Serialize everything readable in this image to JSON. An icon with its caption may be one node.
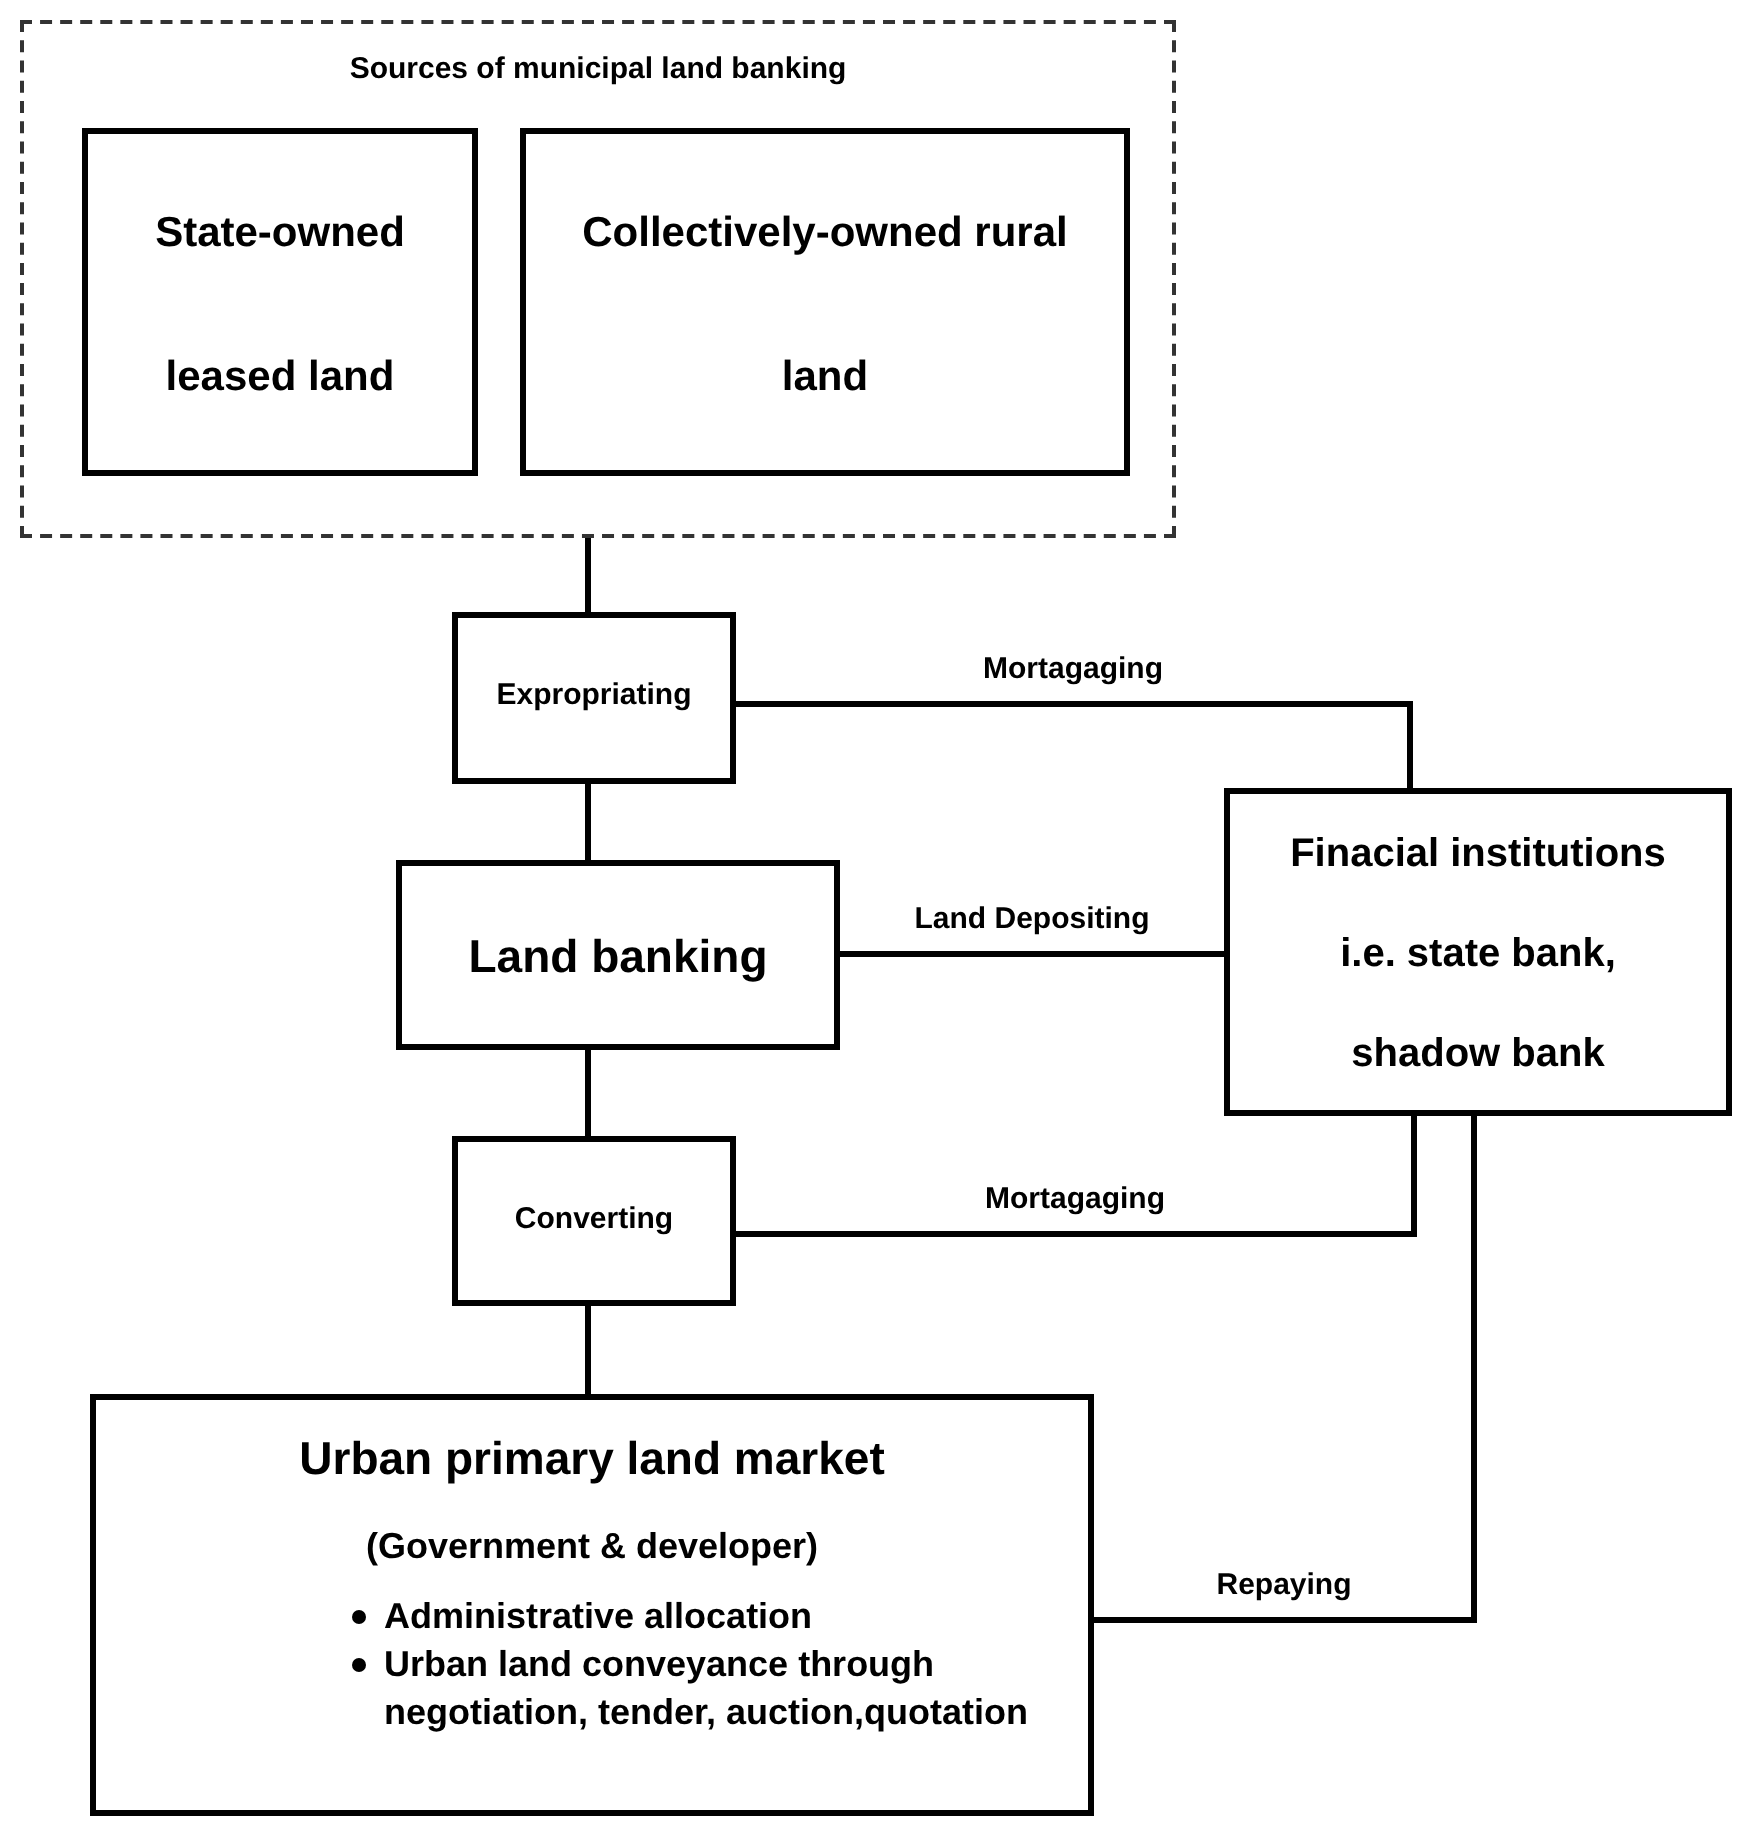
{
  "diagram": {
    "nodes": [
      {
        "text": [
          "Sources of municipal land banking"
        ]
      },
      {
        "text": [
          "State-owned leased land"
        ],
        "in": 0
      },
      {
        "text": [
          "Collectively-owned rural land"
        ],
        "in": 0
      },
      {
        "text": [
          "Expropriating"
        ]
      },
      {
        "text": [
          "Land banking"
        ]
      },
      {
        "text": [
          "Finacial institutions i.e. state bank, shadow bank"
        ]
      },
      {
        "text": [
          "Converting"
        ]
      },
      {
        "text": [
          "Urban primary land market",
          "(Government & developer)",
          "Administrative allocation",
          "Urban land conveyance through negotiation, tender, auction,quotation"
        ]
      }
    ],
    "edges": [
      {
        "from": 0,
        "to": 3,
        "arrow": "none"
      },
      {
        "from": 3,
        "to": 4,
        "arrow": "none"
      },
      {
        "from": 4,
        "to": 6,
        "arrow": "none"
      },
      {
        "from": 6,
        "to": 7,
        "arrow": "none"
      },
      {
        "from": 3,
        "to": 5,
        "arrow": "none",
        "label": "Mortagaging"
      },
      {
        "from": 4,
        "to": 5,
        "arrow": "none",
        "label": "Land Depositing"
      },
      {
        "from": 6,
        "to": 5,
        "arrow": "none",
        "label": "Mortagaging"
      },
      {
        "from": 7,
        "to": 5,
        "arrow": "none",
        "label": "Repaying"
      }
    ]
  }
}
